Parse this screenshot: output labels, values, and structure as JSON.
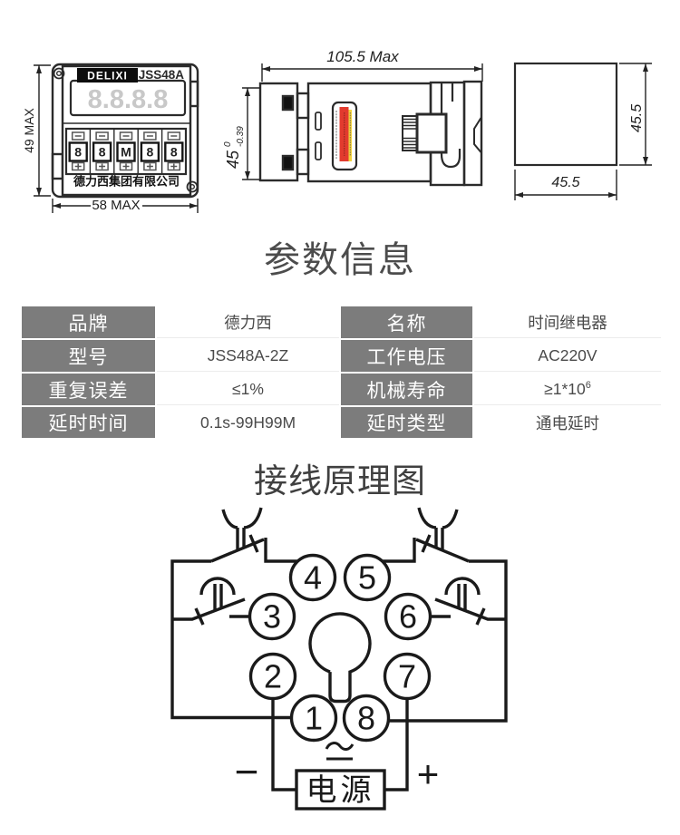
{
  "page": {
    "background": "#ffffff"
  },
  "headings": {
    "params": "参数信息",
    "wiring": "接线原理图"
  },
  "front_view": {
    "brand_logo": "DELIXI",
    "model": "JSS48A",
    "lcd_digits": "8.8.8.8",
    "thumbwheel_digits": [
      "8",
      "8",
      "M",
      "8",
      "8"
    ],
    "company_name": "德力西集团有限公司",
    "height_dim": "49 MAX",
    "width_dim": "58 MAX"
  },
  "side_view": {
    "width_dim": "105.5 Max",
    "height_dim": "45",
    "tol_upper": "0",
    "tol_lower": "-0.39"
  },
  "rear_view": {
    "height_dim": "45.5",
    "width_dim": "45.5"
  },
  "params_table": {
    "header_bg": "#7c7c7c",
    "rows": [
      {
        "k1": "品牌",
        "v1": "德力西",
        "k2": "名称",
        "v2": "时间继电器"
      },
      {
        "k1": "型号",
        "v1": "JSS48A-2Z",
        "k2": "工作电压",
        "v2": "AC220V"
      },
      {
        "k1": "重复误差",
        "v1": "≤1%",
        "k2": "机械寿命",
        "v2": "≥1*10",
        "v2_sup": "6"
      },
      {
        "k1": "延时时间",
        "v1": "0.1s-99H99M",
        "k2": "延时类型",
        "v2": "通电延时"
      }
    ]
  },
  "wiring": {
    "pins": {
      "p1": "1",
      "p2": "2",
      "p3": "3",
      "p4": "4",
      "p5": "5",
      "p6": "6",
      "p7": "7",
      "p8": "8"
    },
    "power_label": "电源",
    "ac_dc_symbol": "≃",
    "minus": "−",
    "plus": "+"
  },
  "label_colors": {
    "red": "#e23b2e",
    "yellow": "#f2d13b"
  }
}
